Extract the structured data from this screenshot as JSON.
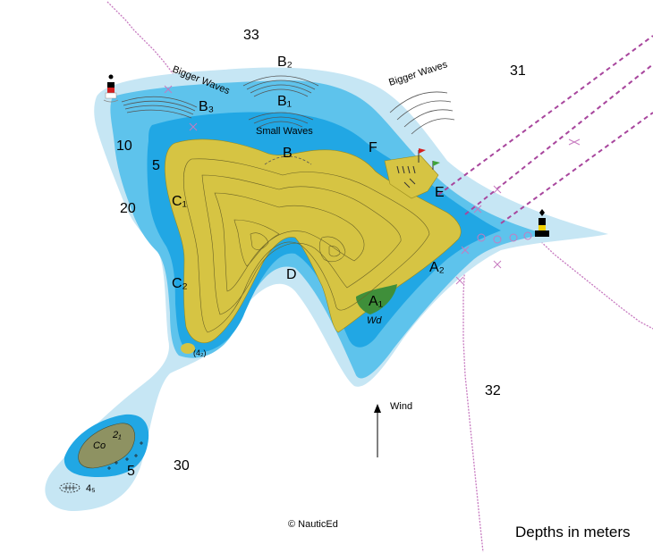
{
  "depth_labels": {
    "d33": "33",
    "d31": "31",
    "d32": "32",
    "d30": "30",
    "d20": "20",
    "d10": "10",
    "d5_north": "5",
    "d5_islet": "5"
  },
  "area_labels": {
    "B": "B",
    "B1": "B₁",
    "B2": "B₂",
    "B3": "B₃",
    "C1": "C₁",
    "C2": "C₂",
    "D": "D",
    "E": "E",
    "F": "F",
    "A1": "A₁",
    "A2": "A₂"
  },
  "annotations": {
    "bigger_waves_left": "Bigger Waves",
    "bigger_waves_right": "Bigger Waves",
    "small_waves": "Small Waves",
    "wd": "Wd",
    "wind": "Wind",
    "rock_depth": "(4₂)",
    "islet_height": "2₁",
    "islet_nature": "Co",
    "wreck_depth": "4₅"
  },
  "footer": {
    "copyright": "NauticEd",
    "legend": "Depths in meters"
  },
  "colors": {
    "deep_light": "#c6e6f4",
    "mid_blue": "#5ec3ec",
    "shallow_blue": "#21a7e4",
    "land": "#d6c443",
    "islet_land": "#8e9262",
    "drying_green": "#3f8f3a",
    "cable": "#c77ac0",
    "route": "#a8469d"
  }
}
